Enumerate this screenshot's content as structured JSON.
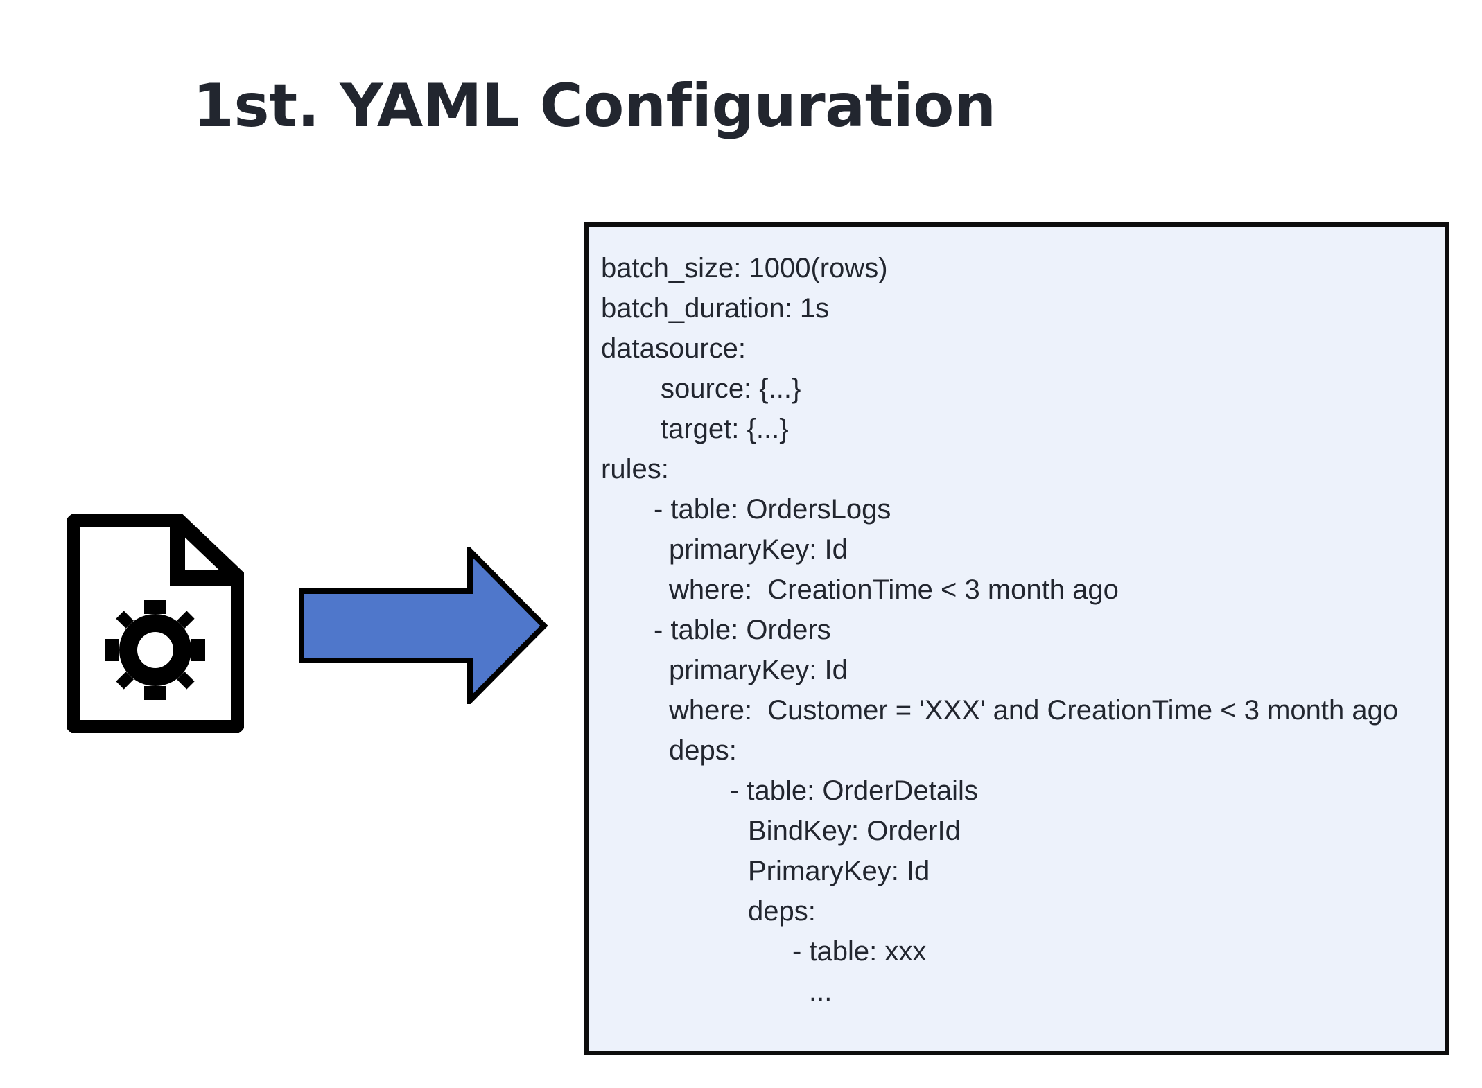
{
  "slide": {
    "title": "1st. YAML Configuration",
    "title_color": "#22262f",
    "background_color": "#ffffff"
  },
  "icons": {
    "config_file": {
      "name": "config-file-icon",
      "description": "document with folded corner and gear",
      "color": "#000000"
    },
    "arrow": {
      "name": "right-arrow-icon",
      "fill_color": "#4f77cb",
      "stroke_color": "#000000"
    }
  },
  "yaml_panel": {
    "background_color": "#edf2fb",
    "border_color": "#0d0d0d",
    "text_color": "#22262f",
    "lines": [
      {
        "text": "batch_size: 1000(rows)",
        "indent": 0
      },
      {
        "text": "batch_duration: 1s",
        "indent": 0
      },
      {
        "text": "datasource:",
        "indent": 0
      },
      {
        "text": "source: {...}",
        "indent": 1
      },
      {
        "text": "target: {...}",
        "indent": 1
      },
      {
        "text": "rules:",
        "indent": 0
      },
      {
        "text": "- table: OrdersLogs",
        "indent": 2
      },
      {
        "text": "primaryKey: Id",
        "indent": 3
      },
      {
        "text": "where:  CreationTime < 3 month ago",
        "indent": 3
      },
      {
        "text": "- table: Orders",
        "indent": 2
      },
      {
        "text": "primaryKey: Id",
        "indent": 3
      },
      {
        "text": "where:  Customer = 'XXX' and CreationTime < 3 month ago",
        "indent": 3
      },
      {
        "text": "deps:",
        "indent": 3
      },
      {
        "text": "- table: OrderDetails",
        "indent": 4
      },
      {
        "text": "BindKey: OrderId",
        "indent": 5
      },
      {
        "text": "PrimaryKey: Id",
        "indent": 5
      },
      {
        "text": "deps:",
        "indent": 5
      },
      {
        "text": "- table: xxx",
        "indent": 6
      },
      {
        "text": "...",
        "indent": 7
      }
    ]
  }
}
